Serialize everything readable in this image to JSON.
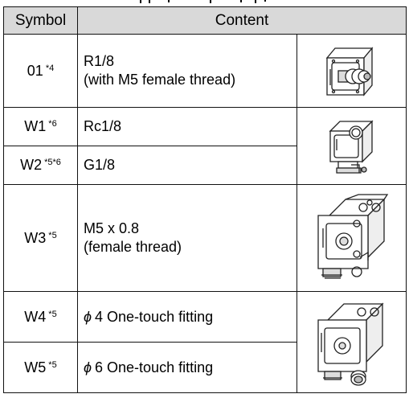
{
  "table": {
    "headers": {
      "symbol": "Symbol",
      "content": "Content"
    },
    "rows": [
      {
        "symbol": "01",
        "note": "*4",
        "line1": "R1/8",
        "line2": "(with M5 female thread)"
      },
      {
        "symbol": "W1",
        "note": "*6",
        "line1": "Rc1/8"
      },
      {
        "symbol": "W2",
        "note": "*5*6",
        "line1": "G1/8"
      },
      {
        "symbol": "W3",
        "note": "*5",
        "line1": "M5 x 0.8",
        "line2": "(female thread)"
      },
      {
        "symbol": "W4",
        "note": "*5",
        "phi": "ϕ",
        "line1": "4 One-touch fitting"
      },
      {
        "symbol": "W5",
        "note": "*5",
        "phi": "ϕ",
        "line1": "6 One-touch fitting"
      }
    ],
    "illustrations": [
      "cube-fitting-illustration",
      "rc-g-port-illustration",
      "m5-thread-illustration",
      "one-touch-fitting-illustration"
    ]
  }
}
